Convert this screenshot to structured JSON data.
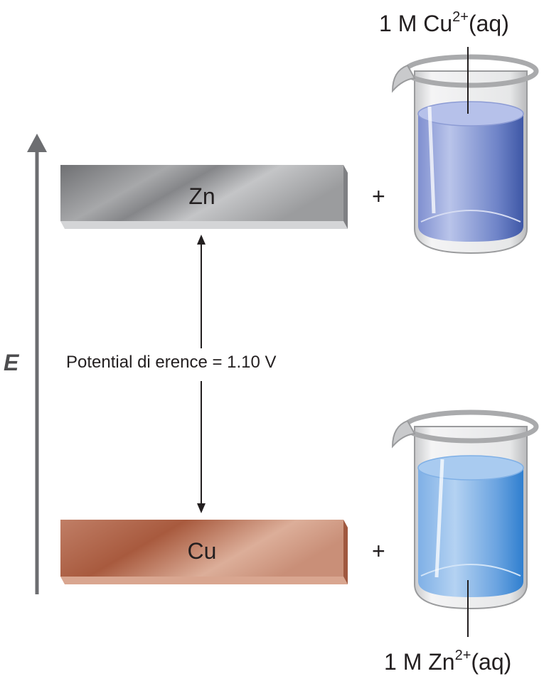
{
  "axis": {
    "label": "E"
  },
  "metals": {
    "top": {
      "label": "Zn"
    },
    "bottom": {
      "label": "Cu"
    }
  },
  "plus_sign": "+",
  "potential_label": "Potential di   erence = 1.10 V",
  "solutions": {
    "top": {
      "prefix": "1 M Cu",
      "charge": "2+",
      "suffix": "(aq)"
    },
    "bottom": {
      "prefix": "1 M Zn",
      "charge": "2+",
      "suffix": "(aq)"
    }
  },
  "colors": {
    "axis": "#6d6e71",
    "zinc": "#9b9c9e",
    "copper": "#b46a50",
    "cu_solution": "#5b74c0",
    "zn_solution": "#6aa3e0"
  }
}
